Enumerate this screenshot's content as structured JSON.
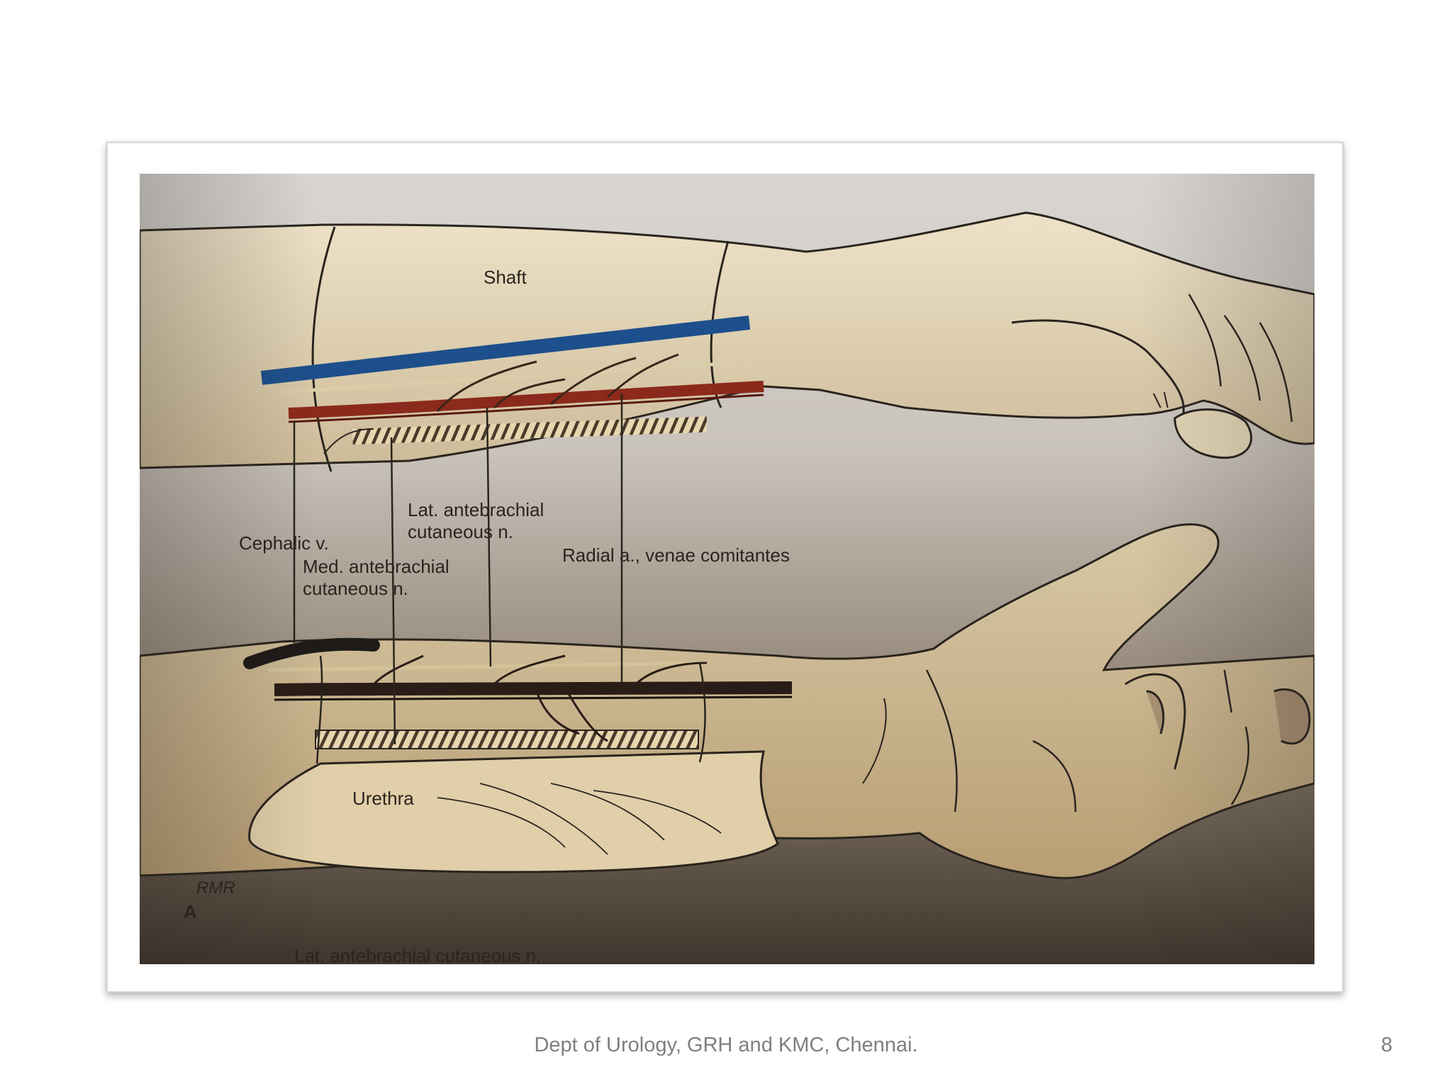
{
  "figure": {
    "labels": {
      "shaft": "Shaft",
      "lat_antebrachial_line1": "Lat. antebrachial",
      "lat_antebrachial_line2": "cutaneous n.",
      "cephalic": "Cephalic v.",
      "med_antebrachial_line1": "Med. antebrachial",
      "med_antebrachial_line2": "cutaneous n.",
      "radial": "Radial a., venae comitantes",
      "urethra": "Urethra",
      "signature": "RMR",
      "panel": "A",
      "cutoff_caption": "Lat. antebrachial cutaneous n."
    },
    "colors": {
      "vein_blue": "#1d4f8c",
      "artery_red": "#8b2a1c",
      "skin": "#e8dcc0",
      "ink": "#2a241e"
    }
  },
  "footer": {
    "text": "Dept of Urology, GRH and KMC, Chennai.",
    "page_number": "8"
  }
}
